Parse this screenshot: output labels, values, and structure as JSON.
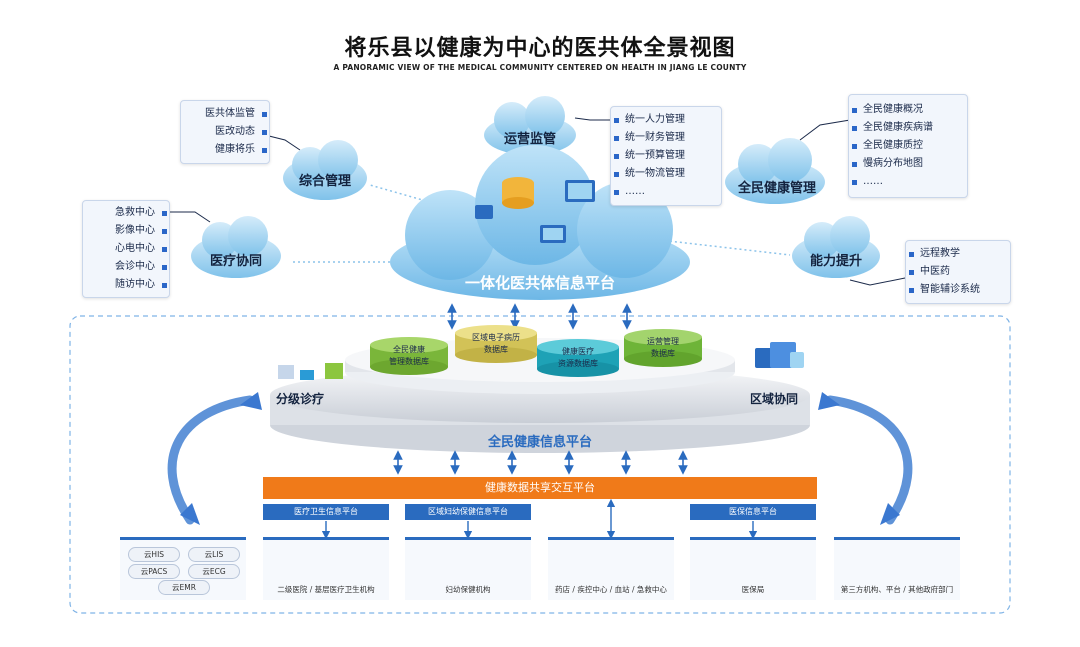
{
  "title": "将乐县以健康为中心的医共体全景视图",
  "subtitle": "A PANORAMIC VIEW OF THE MEDICAL COMMUNITY CENTERED ON HEALTH IN JIANG LE COUNTY",
  "central_platform": "一体化医共体信息平台",
  "modules": {
    "zonghe": {
      "label": "综合管理",
      "items": [
        "医共体监管",
        "医改动态",
        "健康将乐"
      ]
    },
    "yunying": {
      "label": "运营监管",
      "items": [
        "统一人力管理",
        "统一财务管理",
        "统一预算管理",
        "统一物流管理",
        "……"
      ]
    },
    "quanmin": {
      "label": "全民健康管理",
      "items": [
        "全民健康概况",
        "全民健康疾病谱",
        "全民健康质控",
        "慢病分布地图",
        "……"
      ]
    },
    "yiliao": {
      "label": "医疗协同",
      "items": [
        "急救中心",
        "影像中心",
        "心电中心",
        "会诊中心",
        "随访中心"
      ]
    },
    "nengli": {
      "label": "能力提升",
      "items": [
        "远程教学",
        "中医药",
        "智能辅诊系统"
      ]
    }
  },
  "databases": [
    {
      "line1": "全民健康",
      "line2": "管理数据库"
    },
    {
      "line1": "区域电子病历",
      "line2": "数据库"
    },
    {
      "line1": "健康医疗",
      "line2": "资源数据库"
    },
    {
      "line1": "运营管理",
      "line2": "数据库"
    }
  ],
  "fenji": "分级诊疗",
  "quyu": "区域协同",
  "health_platform": "全民健康信息平台",
  "exchange_platform": "健康数据共享交互平台",
  "sub_platforms": [
    "医疗卫生信息平台",
    "区域妇幼保健信息平台",
    "医保信息平台"
  ],
  "cloud_apps": [
    "云HIS",
    "云LIS",
    "云PACS",
    "云ECG",
    "云EMR"
  ],
  "bottom_labels": [
    "二级医院 / 基层医疗卫生机构",
    "妇幼保健机构",
    "药店 / 疾控中心 / 血站 / 急救中心",
    "医保局",
    "第三方机构、平台 / 其他政府部门"
  ],
  "colors": {
    "accent": "#2a6bbf",
    "orange": "#f07a19",
    "cloud": "#8ec9ec",
    "db_green": "#8cc63f",
    "db_yellow": "#e3d36a",
    "db_teal": "#2fb3c5",
    "db_lime": "#7cc243"
  }
}
